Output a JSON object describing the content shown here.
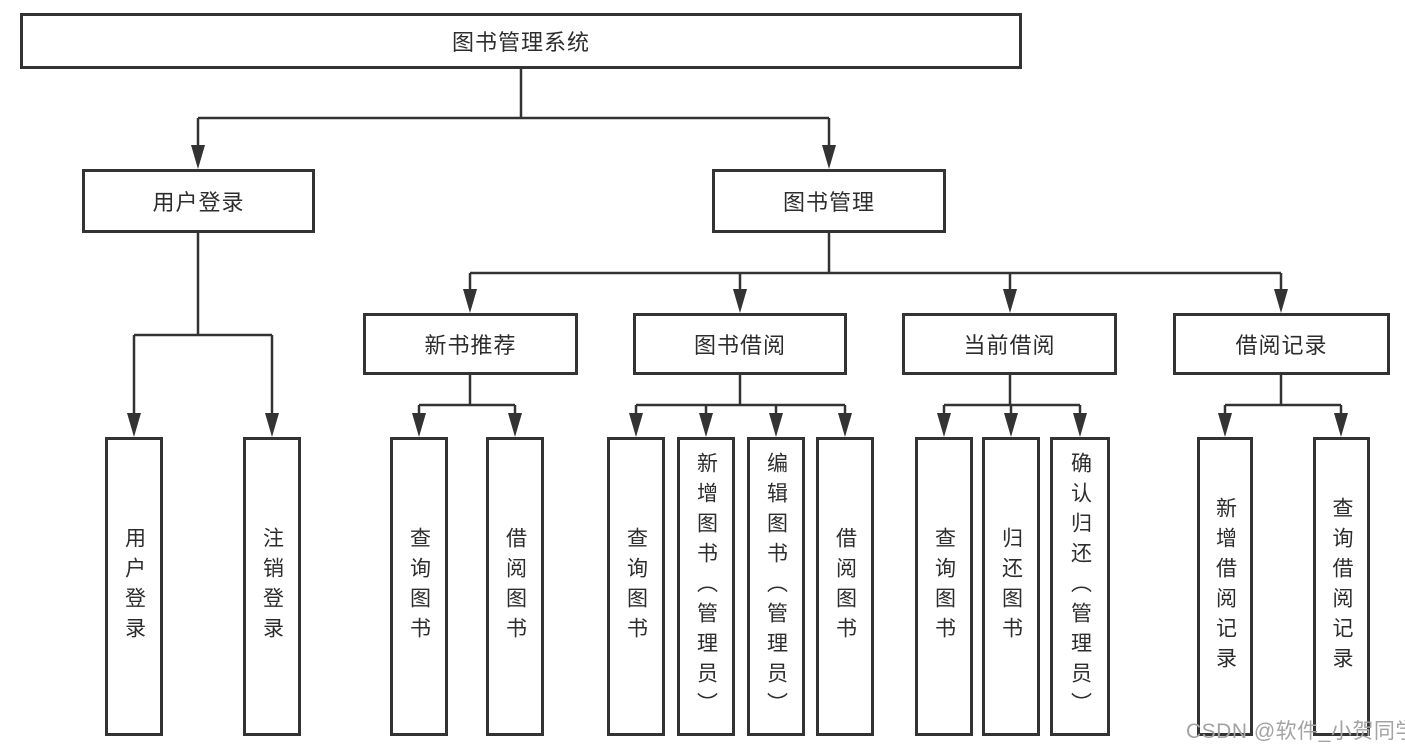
{
  "nodes": {
    "root": "图书管理系统",
    "level2": [
      "用户登录",
      "图书管理"
    ],
    "level3": [
      "新书推荐",
      "图书借阅",
      "当前借阅",
      "借阅记录"
    ],
    "leaves": {
      "user_login": [
        "用户登录",
        "注销登录"
      ],
      "new_book": [
        "查询图书",
        "借阅图书"
      ],
      "borrow": [
        "查询图书",
        "新增图书（管理员）",
        "编辑图书（管理员）",
        "借阅图书"
      ],
      "current": [
        "查询图书",
        "归还图书",
        "确认归还（管理员）"
      ],
      "records": [
        "新增借阅记录",
        "查询借阅记录"
      ]
    }
  },
  "watermark": "CSDN @软件_小贺同学",
  "colors": {
    "line": "#333333",
    "box_border": "#333333",
    "text": "#2d2d2d",
    "watermark": "#a3a3a3",
    "background": "#ffffff"
  }
}
